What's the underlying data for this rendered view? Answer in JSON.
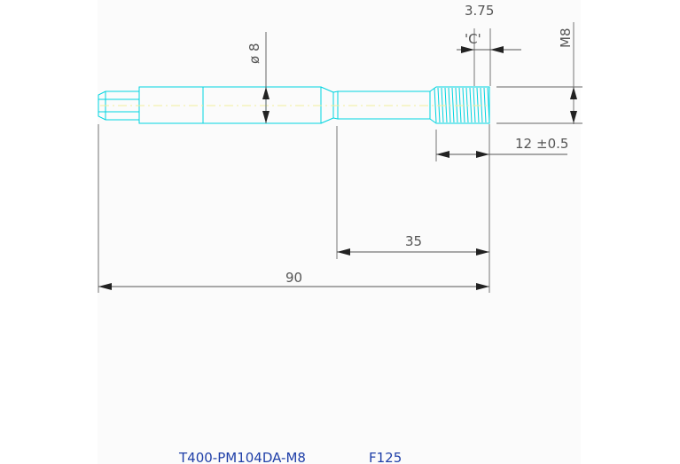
{
  "dimensions": {
    "top_chamfer": "3.75",
    "chamfer_label": "'C'",
    "thread_size": "M8",
    "diameter": "ø 8",
    "thread_length": "12",
    "thread_tolerance": "±0.5",
    "shank_length": "35",
    "overall_length": "90"
  },
  "title_block": {
    "part_number": "T400-PM104DA-M8",
    "code": "F125"
  },
  "colors": {
    "part_outline": "#00d4e0",
    "centerline": "#f2ef9c",
    "dimension": "#555555",
    "title": "#1f3fa8"
  }
}
